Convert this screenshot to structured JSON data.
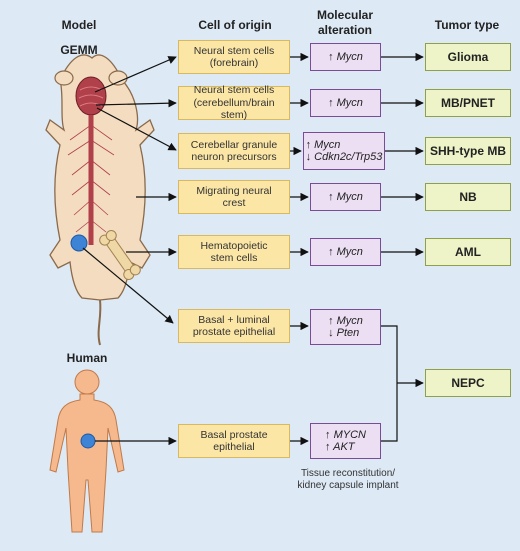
{
  "headers": {
    "model": "Model",
    "cell_of_origin": "Cell of origin",
    "molecular_line1": "Molecular",
    "molecular_line2": "alteration",
    "tumor_type": "Tumor type"
  },
  "labels": {
    "gemm": "GEMM",
    "human": "Human"
  },
  "rows": [
    {
      "cell": [
        "Neural stem cells",
        "(forebrain)"
      ],
      "mol": [
        "↑ Mycn"
      ],
      "tumor": "Glioma"
    },
    {
      "cell": [
        "Neural stem cells",
        "(cerebellum/brain stem)"
      ],
      "mol": [
        "↑ Mycn"
      ],
      "tumor": "MB/PNET"
    },
    {
      "cell": [
        "Cerebellar granule",
        "neuron precursors"
      ],
      "mol": [
        "↑ Mycn",
        "↓ Cdkn2c/Trp53"
      ],
      "tumor": "SHH-type MB"
    },
    {
      "cell": [
        "Migrating neural",
        "crest"
      ],
      "mol": [
        "↑ Mycn"
      ],
      "tumor": "NB"
    },
    {
      "cell": [
        "Hematopoietic",
        "stem cells"
      ],
      "mol": [
        "↑ Mycn"
      ],
      "tumor": "AML"
    }
  ],
  "prostate": {
    "mouse_cell": [
      "Basal + luminal",
      "prostate epithelial"
    ],
    "mouse_mol": [
      "↑ Mycn",
      "↓ Pten"
    ],
    "human_cell": [
      "Basal prostate",
      "epithelial"
    ],
    "human_mol": [
      "↑ MYCN",
      "↑ AKT"
    ],
    "tumor": "NEPC",
    "note": [
      "Tissue reconstitution/",
      "kidney capsule implant"
    ]
  },
  "colors": {
    "background": "#dde9f5",
    "cell_fill": "#fbe6a6",
    "mol_fill": "#ecdff3",
    "mol_border": "#7a4b96",
    "tumor_fill": "#eef4c8",
    "tumor_border": "#8ea14a",
    "mouse_body": "#f3dcc0",
    "human_body": "#f6b98d",
    "brain": "#b0404a",
    "marker": "#3d83d6"
  }
}
